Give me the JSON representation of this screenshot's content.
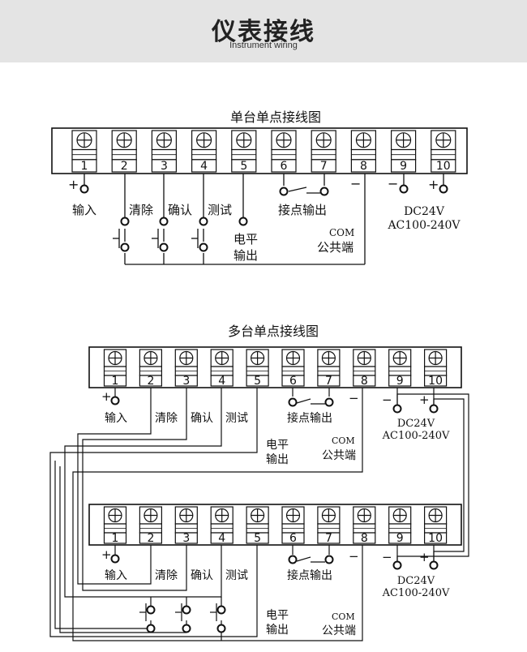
{
  "header": {
    "title": "仪表接线",
    "subtitle": "Instrument wiring"
  },
  "single": {
    "title": "单台单点接线图",
    "input_label": "输入",
    "clear_label": "清除",
    "confirm_label": "确认",
    "test_label": "测试",
    "level_label_1": "电平",
    "level_label_2": "输出",
    "contact_label": "接点输出",
    "com_label_1": "COM",
    "com_label_2": "公共端",
    "power_dc": "DC24V",
    "power_ac": "AC100-240V",
    "plus": "+",
    "minus": "−"
  },
  "multi": {
    "title": "多台单点接线图",
    "input_label": "输入",
    "clear_label": "清除",
    "confirm_label": "确认",
    "test_label": "测试",
    "level_label_1": "电平",
    "level_label_2": "输出",
    "contact_label": "接点输出",
    "com_label_1": "COM",
    "com_label_2": "公共端",
    "power_dc": "DC24V",
    "power_ac": "AC100-240V",
    "plus": "+",
    "minus": "−"
  },
  "terminals": [
    "1",
    "2",
    "3",
    "4",
    "5",
    "6",
    "7",
    "8",
    "9",
    "10"
  ]
}
